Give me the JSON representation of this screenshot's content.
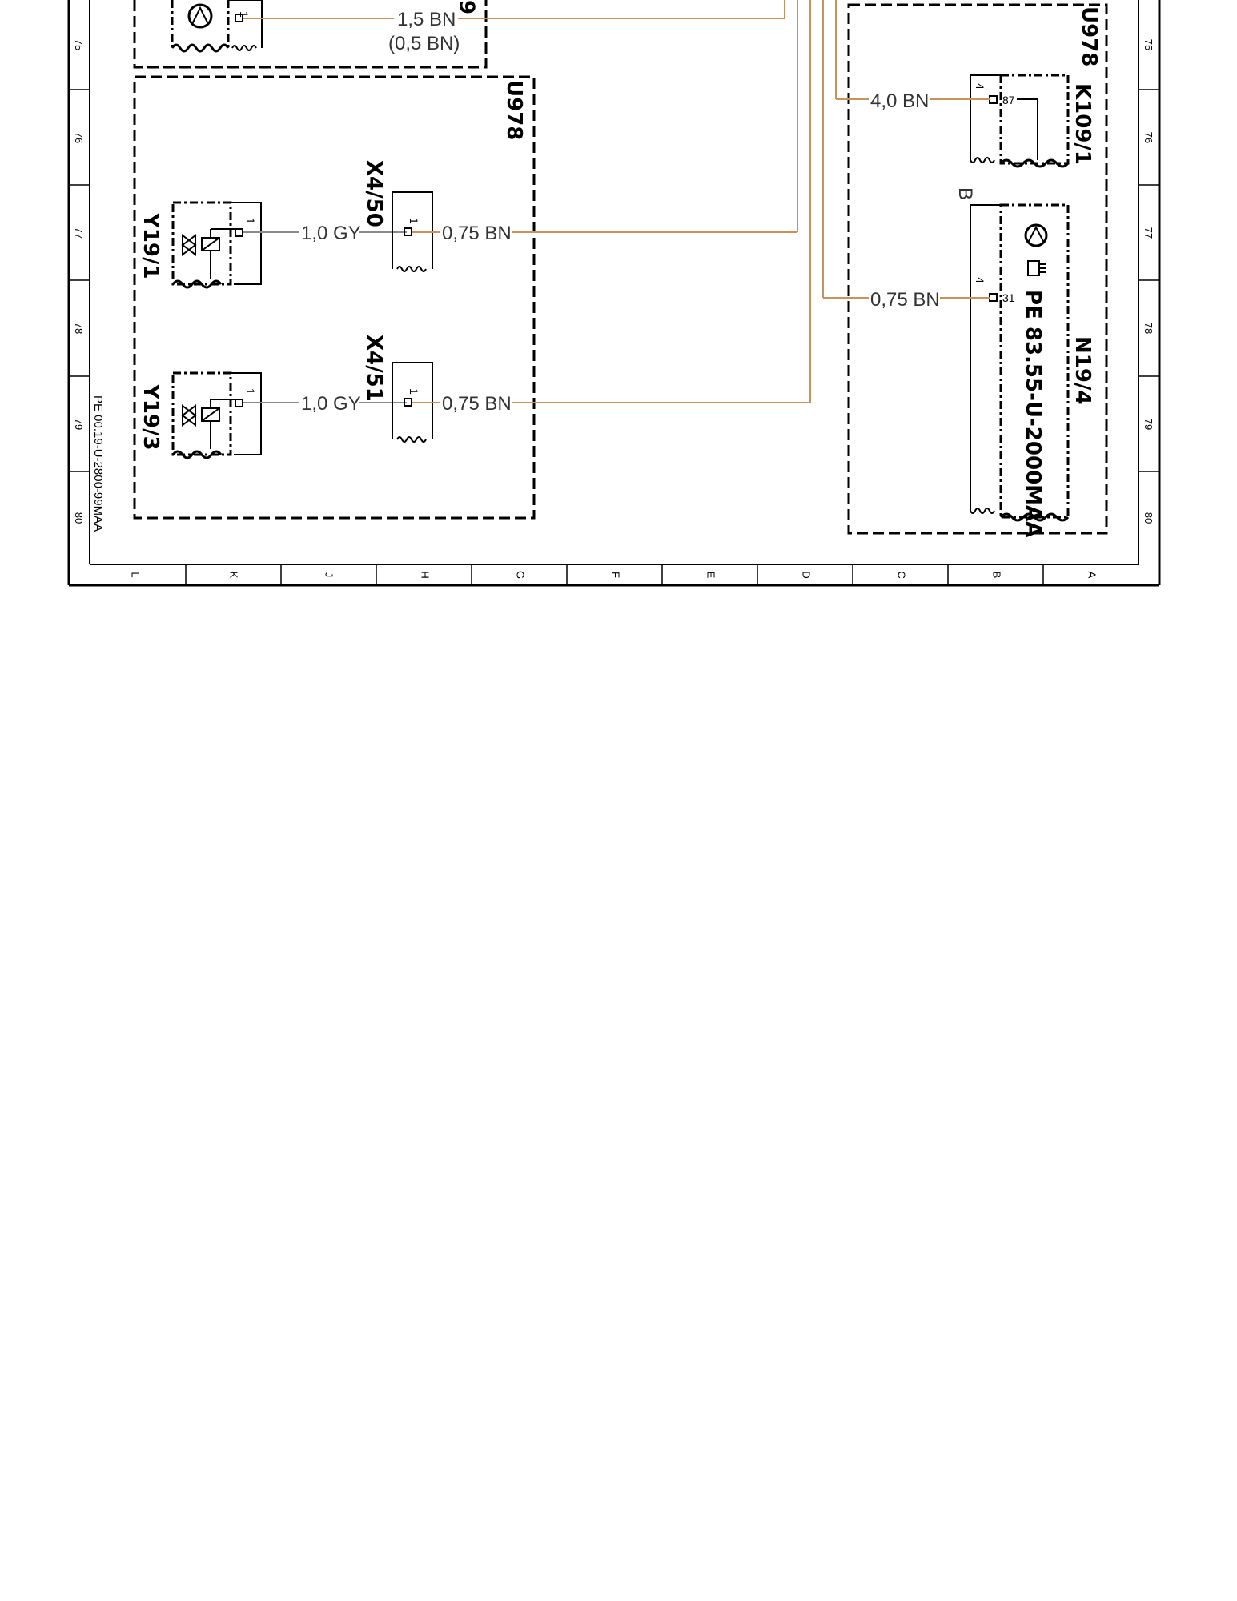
{
  "frame": {
    "row_numbers": [
      "75",
      "76",
      "77",
      "78",
      "79",
      "80"
    ],
    "column_letters": [
      "L",
      "K",
      "J",
      "H",
      "G",
      "F",
      "E",
      "D",
      "C",
      "B",
      "A"
    ],
    "document_code": "PE 00.19-U-2800-99MAA"
  },
  "components": {
    "top_unit_label": "9",
    "u978_left": "U978",
    "u978_right": "U978",
    "x4_50": "X4/50",
    "x4_51": "X4/51",
    "y19_1": "Y19/1",
    "y19_3": "Y19/3",
    "k109_1": "K109/1",
    "n19_4": "N19/4",
    "n19_4_ref": "PE 83.55-U-2000MAA",
    "splice_b": "B"
  },
  "wires": {
    "top_1": "1,5 BN",
    "top_2": "(0,5 BN)",
    "y19_1_gy": "1,0 GY",
    "x4_50_bn": "0,75 BN",
    "y19_3_gy": "1,0 GY",
    "x4_51_bn": "0,75 BN",
    "k109_bn": "4,0 BN",
    "n19_bn": "0,75 BN"
  },
  "pins": {
    "top_pin": "1",
    "y19_1_pin": "1",
    "x4_50_pin": "1",
    "y19_3_pin": "1",
    "x4_51_pin": "1",
    "k109_pin_a": "4",
    "k109_pin_b": "87",
    "n19_pin_a": "4",
    "n19_pin_b": "31"
  },
  "colors": {
    "brown_wire": "#c8925a",
    "gray_wire": "#8a8a8a",
    "frame": "#000000"
  }
}
